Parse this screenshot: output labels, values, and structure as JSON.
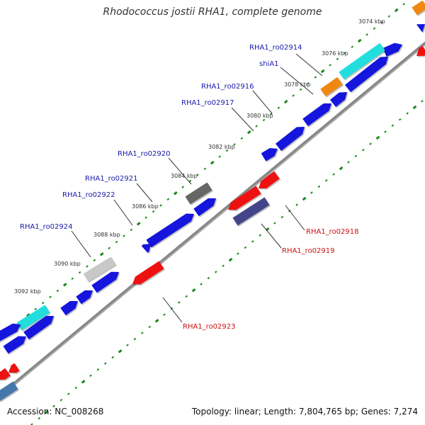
{
  "title": "Rhodococcus jostii RHA1, complete genome",
  "accession_text": "Accession: NC_008268",
  "summary_text": "Topology: linear; Length: 7,804,765 bp; Genes: 7,274",
  "colors": {
    "backbone": "#888888",
    "tick": "#1a8a1a",
    "forward_label": "#1a1aaa",
    "reverse_label": "#cc1111",
    "gene_blue": "#1515dd",
    "gene_red": "#ee1111",
    "gene_cyan": "#22dddd",
    "gene_orange": "#ee8811",
    "gene_gray": "#666666",
    "gene_lightgray": "#c8c8c8",
    "gene_slate": "#444488",
    "gene_steel": "#4477aa"
  },
  "ticks": [
    {
      "label": "3074 kbp"
    },
    {
      "label": "3076 kbp"
    },
    {
      "label": "3078 kbp"
    },
    {
      "label": "3080 kbp"
    },
    {
      "label": "3082 kbp"
    },
    {
      "label": "3084 kbp"
    },
    {
      "label": "3086 kbp"
    },
    {
      "label": "3088 kbp"
    },
    {
      "label": "3090 kbp"
    },
    {
      "label": "3092 kbp"
    }
  ],
  "forward_genes": [
    {
      "label": "RHA1_ro02914"
    },
    {
      "label": "shiA1"
    },
    {
      "label": "RHA1_ro02916"
    },
    {
      "label": "RHA1_ro02917"
    },
    {
      "label": "RHA1_ro02920"
    },
    {
      "label": "RHA1_ro02921"
    },
    {
      "label": "RHA1_ro02922"
    },
    {
      "label": "RHA1_ro02924"
    }
  ],
  "reverse_genes": [
    {
      "label": "RHA1_ro02918"
    },
    {
      "label": "RHA1_ro02919"
    },
    {
      "label": "RHA1_ro02923"
    }
  ]
}
